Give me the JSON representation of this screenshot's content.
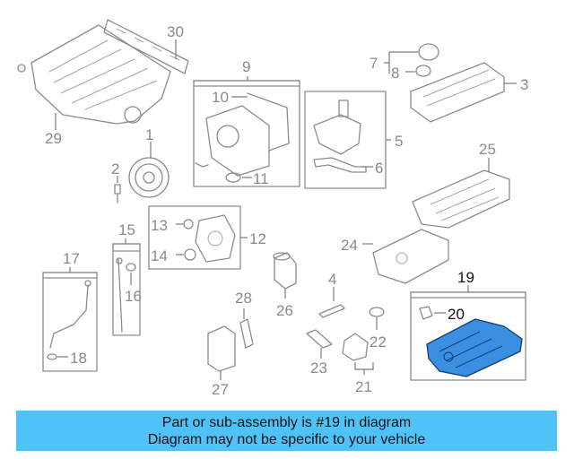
{
  "callouts": {
    "c1": "1",
    "c2": "2",
    "c3": "3",
    "c4": "4",
    "c5": "5",
    "c6": "6",
    "c7": "7",
    "c8": "8",
    "c9": "9",
    "c10": "10",
    "c11": "11",
    "c12": "12",
    "c13": "13",
    "c14": "14",
    "c15": "15",
    "c16": "16",
    "c17": "17",
    "c18": "18",
    "c19": "19",
    "c20": "20",
    "c21": "21",
    "c22": "22",
    "c23": "23",
    "c24": "24",
    "c25": "25",
    "c26": "26",
    "c27": "27",
    "c28": "28",
    "c29": "29",
    "c30": "30"
  },
  "highlight": {
    "fill": "#3a8fe0",
    "stroke": "#0e3f6e"
  },
  "banner": {
    "line1": "Part or sub-assembly is #19 in diagram",
    "line2": "Diagram may not be specific to your vehicle",
    "background": "#4fc3f7"
  }
}
